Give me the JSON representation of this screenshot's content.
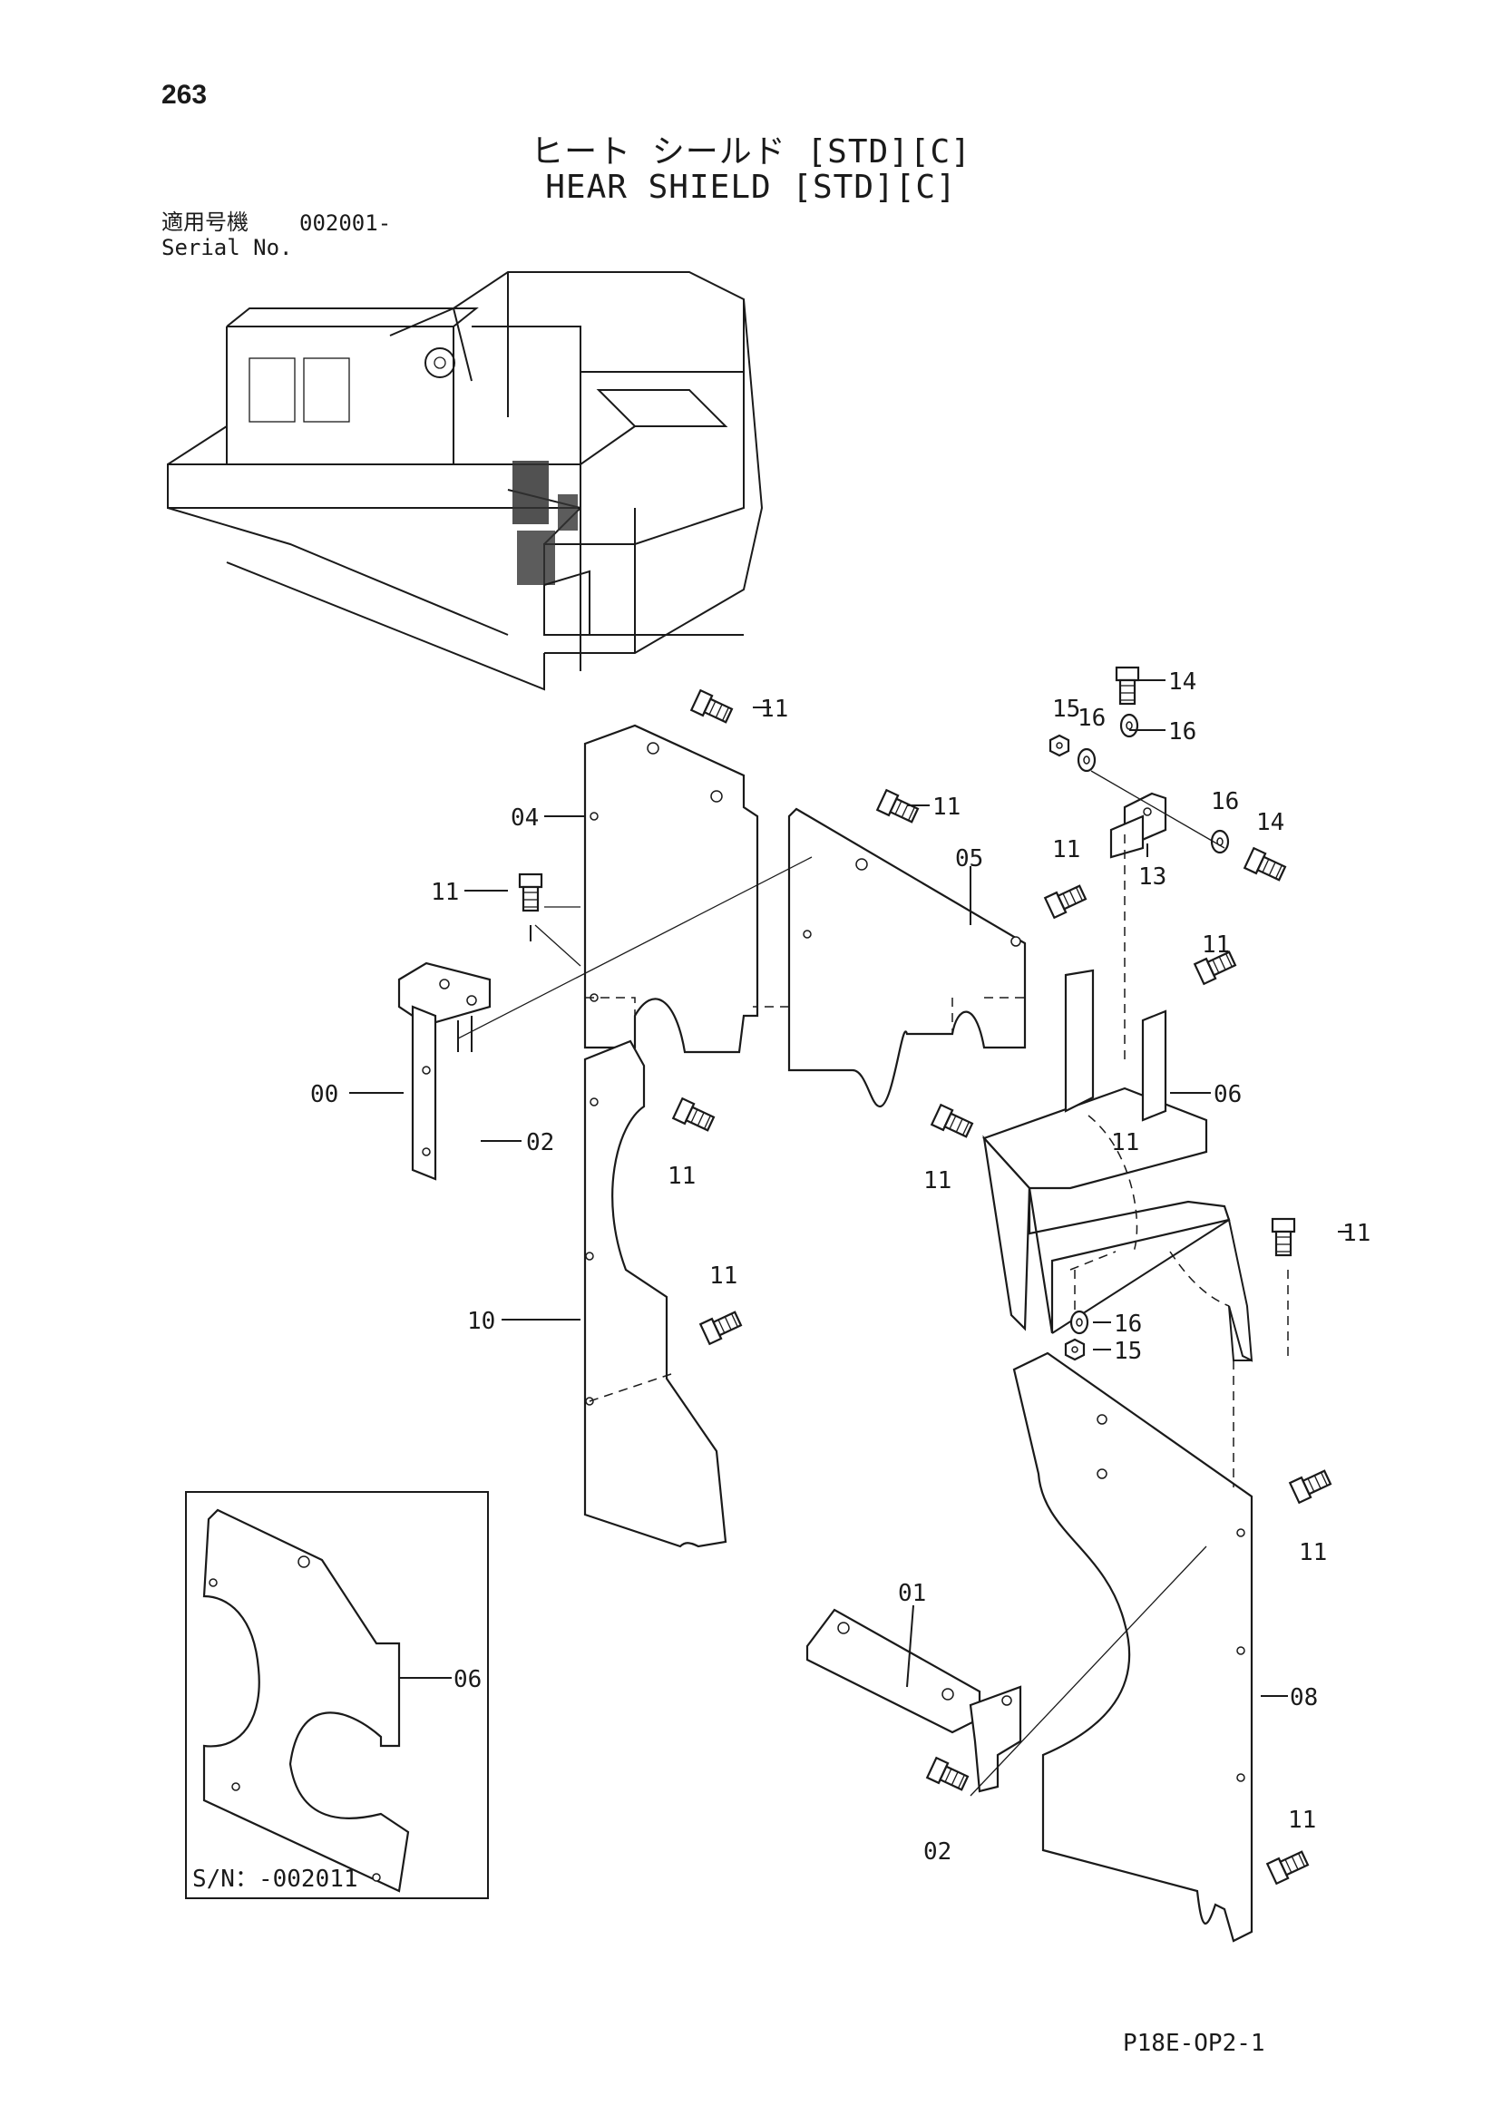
{
  "page": {
    "number": "263",
    "code": "P18E-OP2-1"
  },
  "title": {
    "japanese": "ヒート シールド [STD][C]",
    "english": "HEAR SHIELD [STD][C]"
  },
  "serial": {
    "label_ja": "適用号機",
    "label_en": "Serial No.",
    "range": "002001-"
  },
  "inset": {
    "serial": "S/N：-002011",
    "part": "06"
  },
  "callouts": {
    "c04": "04",
    "c05": "05",
    "c06": "06",
    "c00": "00",
    "c02a": "02",
    "c02b": "02",
    "c10": "10",
    "c01": "01",
    "c08": "08",
    "c13": "13",
    "c14a": "14",
    "c14b": "14",
    "c15a": "15",
    "c15b": "15",
    "c16a": "16",
    "c16b": "16",
    "c16c": "16",
    "c16d": "16",
    "c11a": "11",
    "c11b": "11",
    "c11c": "11",
    "c11d": "11",
    "c11e": "11",
    "c11f": "11",
    "c11g": "11",
    "c11h": "11",
    "c11i": "11",
    "c11j": "11",
    "c11k": "11",
    "c11l": "11"
  }
}
